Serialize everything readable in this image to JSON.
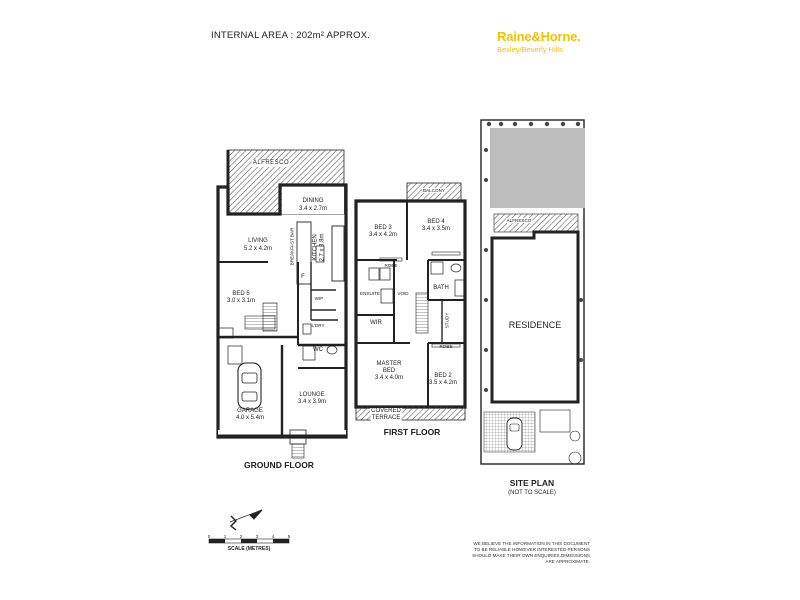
{
  "header": {
    "internal_area": "INTERNAL AREA : 202m² APPROX."
  },
  "logo": {
    "brand": "Raine&Horne.",
    "office": "Bexley/Beverly Hills"
  },
  "ground_floor": {
    "title": "GROUND FLOOR",
    "rooms": {
      "alfresco": "ALFRESCO",
      "dining": "DINING",
      "dining_size": "3.4 x 2.7m",
      "living": "LIVING",
      "living_size": "5.2 x 4.2m",
      "kitchen": "KITCHEN",
      "kitchen_size": "2.7 x 3.8m",
      "breakfast_bar": "BREAKFAST BAR",
      "bed5": "BED 5",
      "bed5_size": "3.0 x 3.1m",
      "fridge": "F",
      "wip": "WIP",
      "ldry": "L'DRY",
      "wc": "WC",
      "garage": "GARAGE",
      "garage_size": "4.0 x 5.4m",
      "lounge": "LOUNGE",
      "lounge_size": "3.4 x 3.9m"
    }
  },
  "first_floor": {
    "title": "FIRST FLOOR",
    "rooms": {
      "balcony": "BALCONY",
      "bed3": "BED 3",
      "bed3_size": "3.4 x 4.2m",
      "bed4": "BED 4",
      "bed4_size": "3.4 x 3.5m",
      "robe": "ROBE",
      "ensuite": "ENSUITE",
      "void": "VOID",
      "bath": "BATH",
      "wir": "WIR",
      "study": "STUDY",
      "master": "MASTER",
      "master_bed": "BED",
      "master_size": "3.4 x 4.0m",
      "bed2": "BED 2",
      "bed2_size": "3.5 x 4.2m",
      "covered": "COVERED",
      "terrace": "TERRACE"
    }
  },
  "site_plan": {
    "title": "SITE PLAN",
    "subtitle": "(NOT TO SCALE)",
    "residence": "RESIDENCE",
    "alfresco": "ALFRESCO"
  },
  "scale": {
    "label": "SCALE (METRES)",
    "ticks": [
      "0",
      "1",
      "2",
      "3",
      "4",
      "5"
    ]
  },
  "disclaimer": "WE BELIEVE THE INFORMATION IN THIS DOCUMENT TO BE RELIABLE HOWEVER INTERESTED PERSONS SHOULD MAKE THEIR OWN ENQUIRIES.DIMENSIONS ARE APPROXIMATE.",
  "colors": {
    "brand": "#f2c200",
    "wall": "#222222",
    "hatch": "#555555",
    "site_fill": "#bdbdbd"
  }
}
